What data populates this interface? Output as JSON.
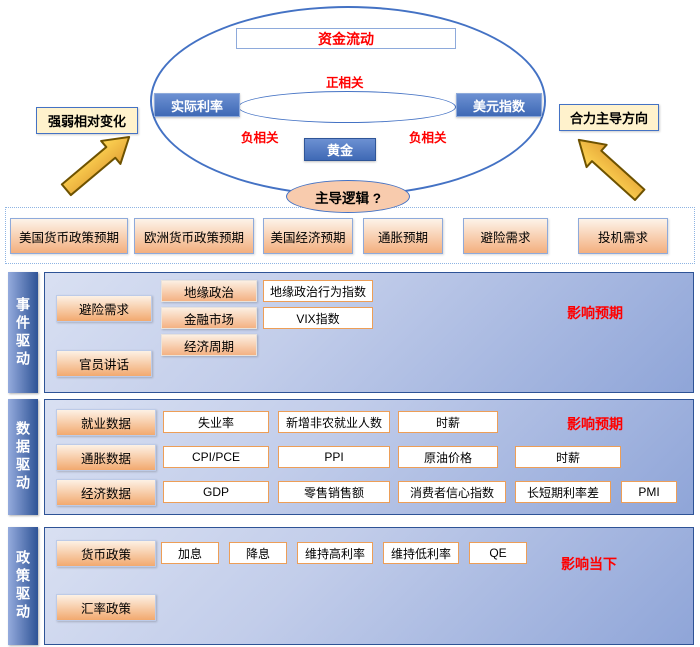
{
  "top_diagram": {
    "title": "资金流动",
    "positive_corr": "正相关",
    "negative_corr_left": "负相关",
    "negative_corr_right": "负相关",
    "left_node": "实际利率",
    "right_node": "美元指数",
    "center_node": "黄金",
    "bottom_question": "主导逻辑 ?",
    "left_callout": "强弱相对变化",
    "right_callout": "合力主导方向"
  },
  "expectations_row": [
    "美国货币政策预期",
    "欧洲货币政策预期",
    "美国经济预期",
    "通胀预期",
    "避险需求",
    "投机需求"
  ],
  "sections": {
    "event": {
      "label": "事件驱动",
      "impact": "影响预期",
      "category_hedge": "避险需求",
      "category_officials": "官员讲话",
      "middle": [
        "地缘政治",
        "金融市场",
        "经济周期"
      ],
      "indicators": [
        "地缘政治行为指数",
        "VIX指数"
      ]
    },
    "data": {
      "label": "数据驱动",
      "impact": "影响预期",
      "rows": [
        {
          "category": "就业数据",
          "items": [
            "失业率",
            "新增非农就业人数",
            "时薪"
          ]
        },
        {
          "category": "通胀数据",
          "items": [
            "CPI/PCE",
            "PPI",
            "原油价格",
            "时薪"
          ]
        },
        {
          "category": "经济数据",
          "items": [
            "GDP",
            "零售销售额",
            "消费者信心指数",
            "长短期利率差",
            "PMI"
          ]
        }
      ]
    },
    "policy": {
      "label": "政策驱动",
      "impact": "影响当下",
      "category_monetary": "货币政策",
      "category_fx": "汇率政策",
      "items": [
        "加息",
        "降息",
        "维持高利率",
        "维持低利率",
        "QE"
      ]
    }
  },
  "colors": {
    "node_blue": "#4472C4",
    "panel_border": "#2E5396",
    "accent_red": "#FF0000",
    "orange_fill": "#F4B183",
    "callout_yellow": "#FFF2CC",
    "peach": "#F8CBAD",
    "arrow_gold": "#FFC000"
  }
}
